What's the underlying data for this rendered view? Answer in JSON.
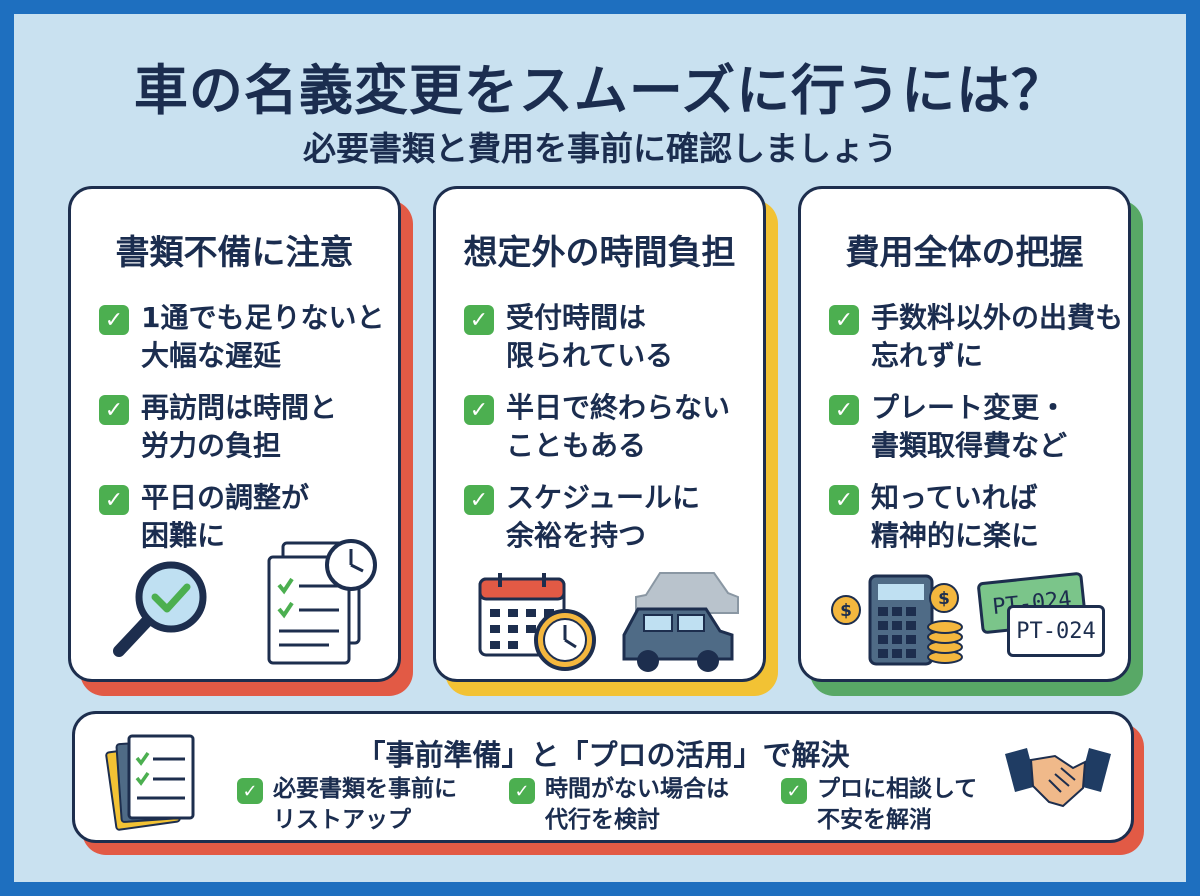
{
  "title": "車の名義変更をスムーズに行うには？",
  "subtitle": "必要書類と費用を事前に確認しましょう",
  "cards": [
    {
      "title": "書類不備に注意",
      "items": [
        {
          "text": "1通でも足りないと\n大幅な遅延"
        },
        {
          "text": "再訪問は時間と\n労力の負担"
        },
        {
          "text": "平日の調整が\n困難に"
        }
      ]
    },
    {
      "title": "想定外の時間負担",
      "items": [
        {
          "text": "受付時間は\n限られている"
        },
        {
          "text": "半日で終わらない\nこともある"
        },
        {
          "text": "スケジュールに\n余裕を持つ"
        }
      ]
    },
    {
      "title": "費用全体の把握",
      "items": [
        {
          "text": "手数料以外の出費も\n忘れずに"
        },
        {
          "text": "プレート変更・\n書類取得費など"
        },
        {
          "text": "知っていれば\n精神的に楽に"
        }
      ]
    }
  ],
  "plate_text": "PT-024",
  "bottom": {
    "title": "「事前準備」と「プロの活用」で解決",
    "items": [
      {
        "text": "必要書類を事前に\nリストアップ"
      },
      {
        "text": "時間がない場合は\n代行を検討"
      },
      {
        "text": "プロに相談して\n不安を解消"
      }
    ]
  },
  "icons": {
    "check": "check-icon",
    "magnifier": "magnifier-icon",
    "documents": "document-checklist-icon",
    "clock": "clock-icon",
    "calendar": "calendar-icon",
    "car": "car-icon",
    "calculator": "calculator-icon",
    "coins": "coin-icon",
    "license_plate": "license-plate-icon",
    "handshake": "handshake-icon"
  },
  "colors": {
    "background": "#c9e1f0",
    "frame": "#1e6fbf",
    "card1_accent": "#e25a45",
    "card2_accent": "#f2c234",
    "card3_accent": "#58a866",
    "bottom_accent": "#e25a45",
    "check": "#4caf50",
    "text": "#1b2d4f"
  }
}
